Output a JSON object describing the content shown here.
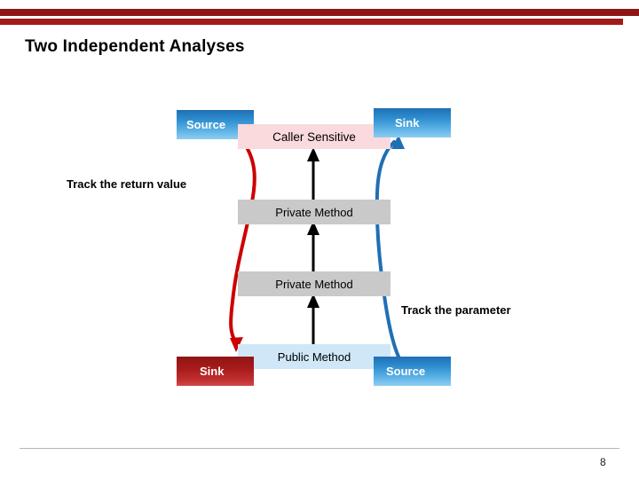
{
  "slide": {
    "title": "Two Independent Analyses",
    "page_number": "8",
    "accent_color": "#a31a1a",
    "source_box_color": "#2f8fd0",
    "sink_box_color_bottom": "#a81a1a",
    "caller_sensitive_color": "#fadadd",
    "private_method_color": "#c9c9c9",
    "public_method_color": "#cfe7f7",
    "red_path_color": "#cc0000",
    "blue_path_color": "#1f6fb5"
  },
  "diagram": {
    "boxes": [
      {
        "id": "source-top",
        "label": "Source"
      },
      {
        "id": "caller-sensitive",
        "label": "Caller Sensitive"
      },
      {
        "id": "sink-top",
        "label": "Sink"
      },
      {
        "id": "private-method-1",
        "label": "Private Method"
      },
      {
        "id": "private-method-2",
        "label": "Private Method"
      },
      {
        "id": "public-method",
        "label": "Public Method"
      },
      {
        "id": "sink-bottom",
        "label": "Sink"
      },
      {
        "id": "source-bottom",
        "label": "Source"
      }
    ],
    "annotations": [
      {
        "id": "track-return-value",
        "label": "Track the return value"
      },
      {
        "id": "track-parameter",
        "label": "Track the parameter"
      }
    ]
  }
}
